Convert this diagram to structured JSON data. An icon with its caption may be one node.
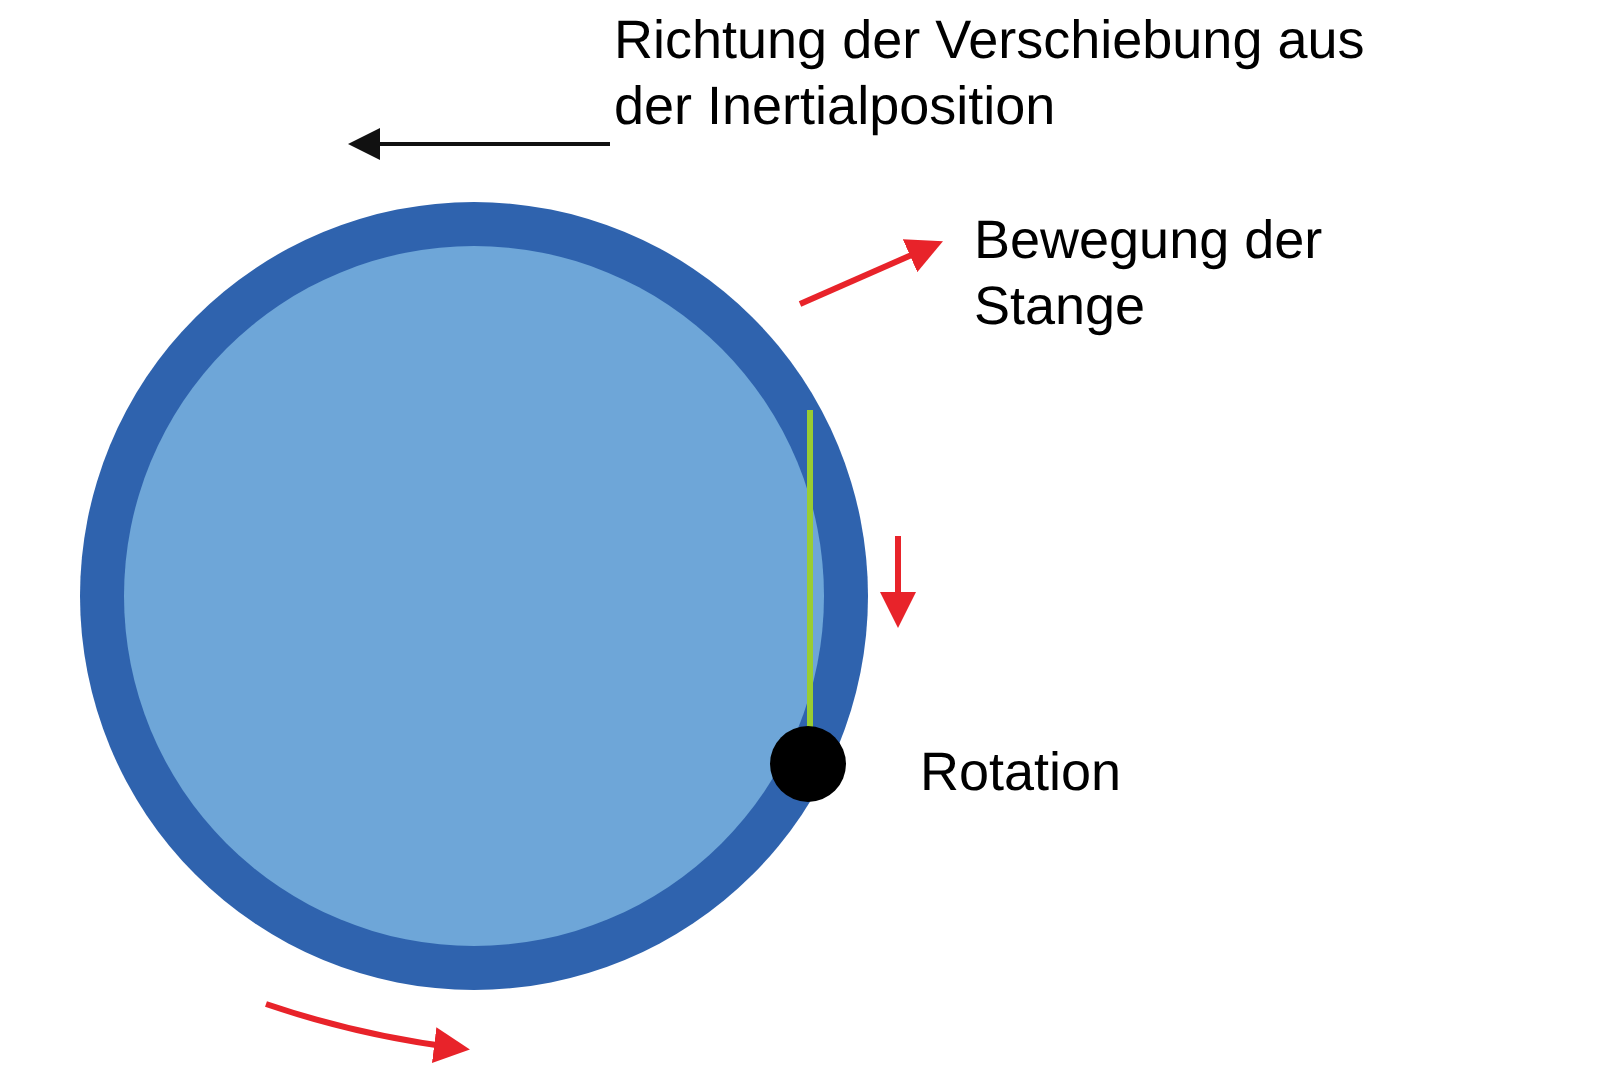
{
  "diagram": {
    "labels": [
      "Richtung der Verschiebung aus der Inertialposition",
      "Bewegung der Stange",
      "Rotation"
    ]
  }
}
